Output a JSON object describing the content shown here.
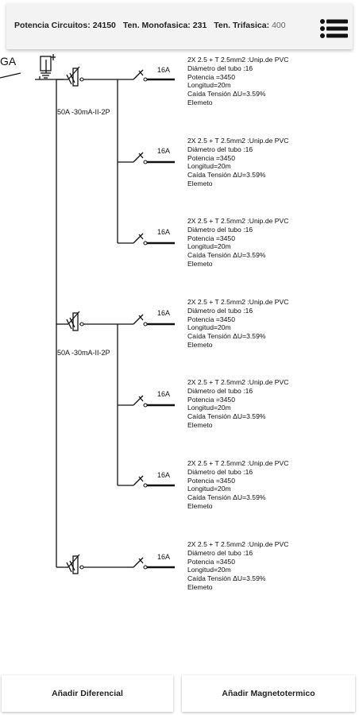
{
  "header": {
    "potencia_label": "Potencia Circuitos:",
    "potencia_value": "24150",
    "mono_label": "Ten. Monofasica:",
    "mono_value": "231",
    "tri_label": "Ten. Trifasica:",
    "tri_value": "400",
    "menu_icon": "hamburger-menu-icon"
  },
  "main_switch": {
    "label": "GA"
  },
  "differentials": [
    {
      "label": "50A -30mA-II-2P"
    },
    {
      "label": "50A -30mA-II-2P"
    }
  ],
  "circuits": [
    {
      "breaker": "16A",
      "cable": "2X 2.5 + T 2.5mm2 :Unip.de PVC",
      "tubo": "Diámetro del tubo :16",
      "potencia": "Potencia =3450",
      "longitud": "Longitud=20m",
      "caida": "Caída Tensión ΔU=3.59%",
      "elemento": "Elemeto"
    },
    {
      "breaker": "16A",
      "cable": "2X 2.5 + T 2.5mm2 :Unip.de PVC",
      "tubo": "Diámetro del tubo :16",
      "potencia": "Potencia =3450",
      "longitud": "Longitud=20m",
      "caida": "Caída Tensión ΔU=3.59%",
      "elemento": "Elemeto"
    },
    {
      "breaker": "16A",
      "cable": "2X 2.5 + T 2.5mm2 :Unip.de PVC",
      "tubo": "Diámetro del tubo :16",
      "potencia": "Potencia =3450",
      "longitud": "Longitud=20m",
      "caida": "Caída Tensión ΔU=3.59%",
      "elemento": "Elemeto"
    },
    {
      "breaker": "16A",
      "cable": "2X 2.5 + T 2.5mm2 :Unip.de PVC",
      "tubo": "Diámetro del tubo :16",
      "potencia": "Potencia =3450",
      "longitud": "Longitud=20m",
      "caida": "Caída Tensión ΔU=3.59%",
      "elemento": "Elemeto"
    },
    {
      "breaker": "16A",
      "cable": "2X 2.5 + T 2.5mm2 :Unip.de PVC",
      "tubo": "Diámetro del tubo :16",
      "potencia": "Potencia =3450",
      "longitud": "Longitud=20m",
      "caida": "Caída Tensión ΔU=3.59%",
      "elemento": "Elemeto"
    },
    {
      "breaker": "16A",
      "cable": "2X 2.5 + T 2.5mm2 :Unip.de PVC",
      "tubo": "Diámetro del tubo :16",
      "potencia": "Potencia =3450",
      "longitud": "Longitud=20m",
      "caida": "Caída Tensión ΔU=3.59%",
      "elemento": "Elemeto"
    },
    {
      "breaker": "16A",
      "cable": "2X 2.5 + T 2.5mm2 :Unip.de PVC",
      "tubo": "Diámetro del tubo :16",
      "potencia": "Potencia =3450",
      "longitud": "Longitud=20m",
      "caida": "Caída Tensión ΔU=3.59%",
      "elemento": "Elemeto"
    }
  ],
  "footer": {
    "add_diferencial": "Añadir Diferencial",
    "add_magnetotermico": "Añadir Magnetotermico"
  }
}
